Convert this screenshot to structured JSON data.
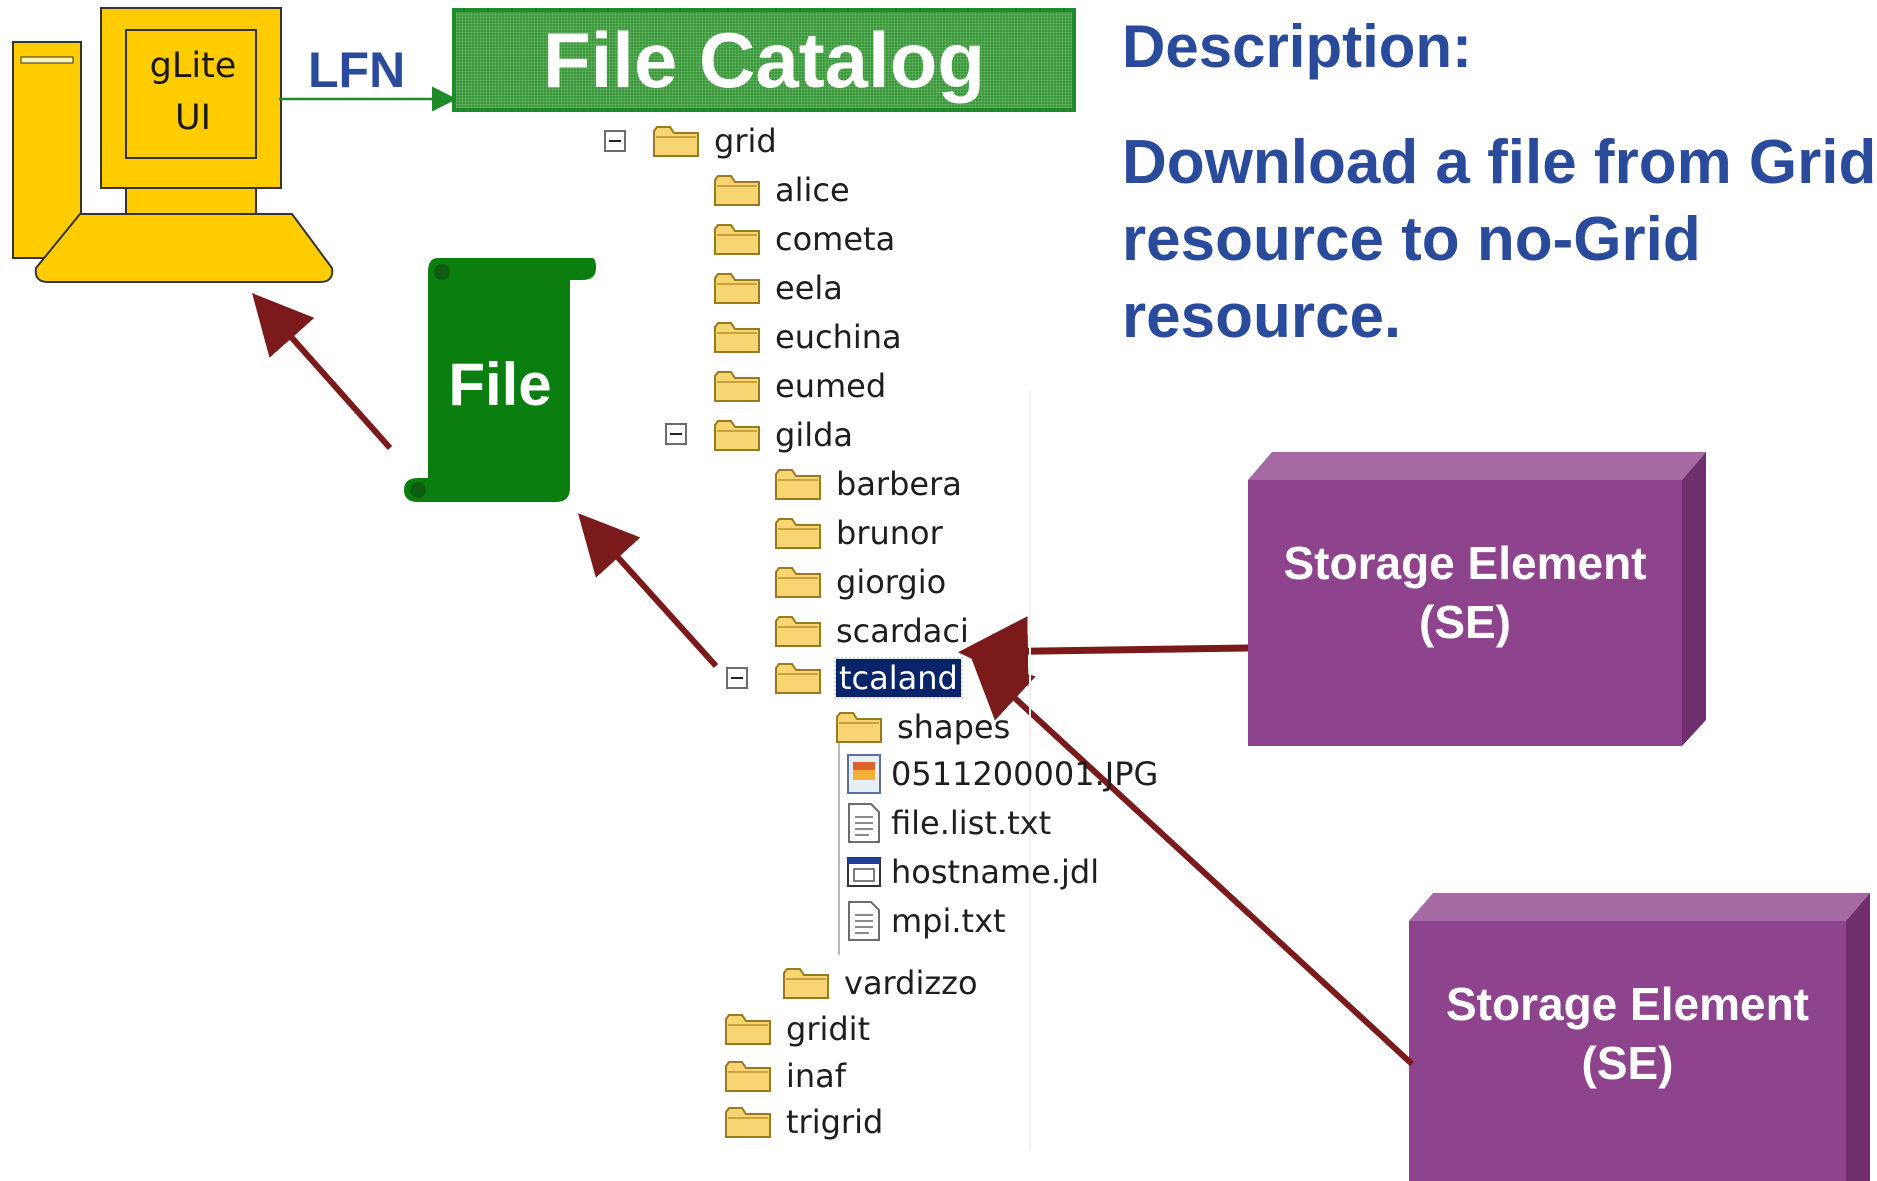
{
  "ui_box": {
    "line1": "gLite",
    "line2": "UI"
  },
  "lfn_label": "LFN",
  "catalog_title": "File Catalog",
  "file_label": "File",
  "description": {
    "title": "Description:",
    "text": "Download a file from Grid resource to no-Grid resource."
  },
  "storage_elements": [
    {
      "line1": "Storage Element",
      "line2": "(SE)"
    },
    {
      "line1": "Storage Element",
      "line2": "(SE)"
    }
  ],
  "tree": {
    "root": "grid",
    "level1": [
      "alice",
      "cometa",
      "eela",
      "euchina",
      "eumed",
      "gilda"
    ],
    "gilda_children": [
      "barbera",
      "brunor",
      "giorgio",
      "scardaci",
      "tcaland"
    ],
    "tcaland_children": [
      "shapes",
      "0511200001.JPG",
      "file.list.txt",
      "hostname.jdl",
      "mpi.txt"
    ],
    "after": [
      "vardizzo",
      "gridit",
      "inaf",
      "trigrid"
    ],
    "selected": "tcaland"
  },
  "colors": {
    "computer": "#ffcc00",
    "catalog_green": "#3a9a3a",
    "file_green": "#0a7f10",
    "storage_purple": "#8e448c",
    "arrow": "#7a1a1a",
    "text_blue": "#2a4b9b"
  }
}
